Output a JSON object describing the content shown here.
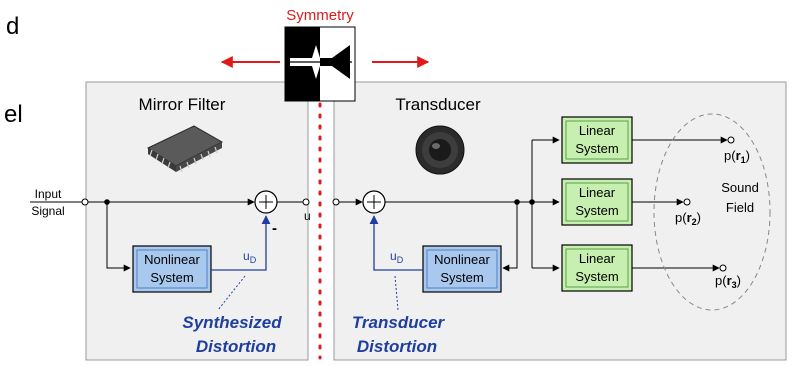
{
  "header": {
    "symmetry": "Symmetry"
  },
  "cropped_text": {
    "line1": "d",
    "line2": "el"
  },
  "mirror_filter": {
    "title": "Mirror Filter",
    "input_line1": "Input",
    "input_line2": "Signal",
    "nonlinear_line1": "Nonlinear",
    "nonlinear_line2": "System",
    "ud_label": "u",
    "ud_sub": "D",
    "minus": "-",
    "distortion_line1": "Synthesized",
    "distortion_line2": "Distortion"
  },
  "middle": {
    "u_label": "u"
  },
  "transducer": {
    "title": "Transducer",
    "nonlinear_line1": "Nonlinear",
    "nonlinear_line2": "System",
    "ud_label": "u",
    "ud_sub": "D",
    "distortion_line1": "Transducer",
    "distortion_line2": "Distortion",
    "linear_systems": [
      {
        "line1": "Linear",
        "line2": "System",
        "output": "p(",
        "r": "r",
        "sub": "1",
        "close": ")"
      },
      {
        "line1": "Linear",
        "line2": "System",
        "output": "p(",
        "r": "r",
        "sub": "2",
        "close": ")"
      },
      {
        "line1": "Linear",
        "line2": "System",
        "output": "p(",
        "r": "r",
        "sub": "3",
        "close": ")"
      }
    ],
    "sound_field_line1": "Sound",
    "sound_field_line2": "Field"
  },
  "colors": {
    "panel_fill": "#f0f0f0",
    "nonlinear_fill": "#a9c8ee",
    "linear_fill": "#c6efb0",
    "arrow_red": "#e01a1a",
    "dotted_red": "#e01a1a",
    "distortion_blue": "#1f3fa0"
  }
}
